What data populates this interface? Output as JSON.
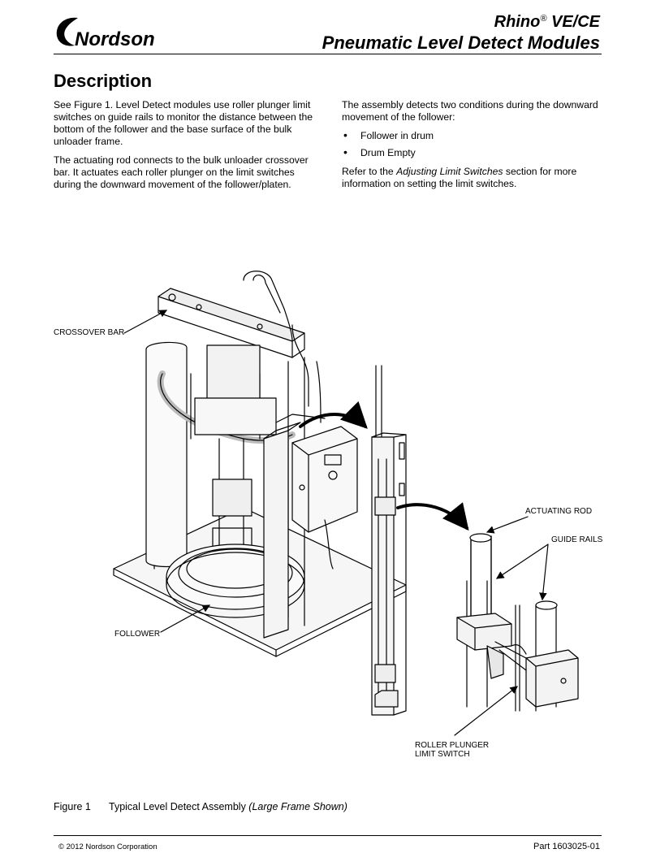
{
  "header": {
    "logo_text": "Nordson",
    "product_line": "Rhino",
    "registered_mark": "®",
    "product_suffix": " VE/CE",
    "module_title": "Pneumatic Level Detect Modules"
  },
  "section": {
    "title": "Description",
    "left_paragraphs": [
      "See Figure 1.  Level Detect modules use roller plunger limit switches on guide rails to monitor the distance between the bottom of the follower and the base surface of the bulk unloader frame.",
      "The actuating rod connects to the bulk unloader crossover bar.  It actuates each roller plunger on the limit switches during the downward movement of the follower/platen."
    ],
    "right_intro": "The assembly detects two conditions during the downward movement of the follower:",
    "conditions": [
      "Follower in drum",
      "Drum Empty"
    ],
    "refer_prefix": "Refer to the ",
    "refer_link": "Adjusting Limit Switches",
    "refer_suffix": " section for more information on setting the limit switches."
  },
  "figure": {
    "callouts": {
      "crossover_bar": "CROSSOVER BAR",
      "follower": "FOLLOWER",
      "actuating_rod": "ACTUATING ROD",
      "guide_rails": "GUIDE RAILS",
      "roller_plunger_1": "ROLLER PLUNGER",
      "roller_plunger_2": "LIMIT SWITCH"
    },
    "caption_number": "Figure 1",
    "caption_text": "Typical Level Detect Assembly ",
    "caption_note": "(Large Frame Shown)"
  },
  "footer": {
    "copyright": "© 2012 Nordson Corporation",
    "part": "Part 1603025-01"
  }
}
